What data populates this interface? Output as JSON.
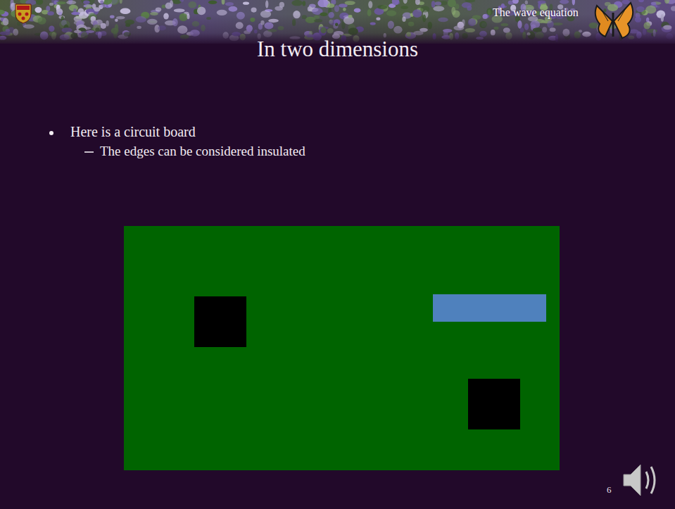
{
  "diagram": {
    "title": "In two dimensions",
    "labels": [
      "The wave equation",
      "Here is a circuit board",
      "The edges can be considered insulated",
      "6"
    ]
  }
}
